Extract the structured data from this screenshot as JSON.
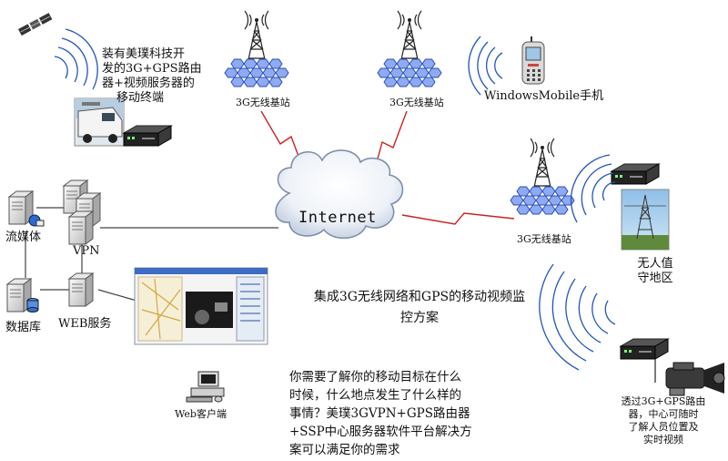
{
  "diagram": {
    "cloud_label": "Internet",
    "station_top_left": "3G无线基站",
    "station_top_mid": "3G无线基站",
    "station_right": "3G无线基站",
    "mobile_terminal_desc": "装有美璞科技开发的3G+GPS路由器+视频服务器的移动终端",
    "mobile_terminal_lines": [
      "装有美璞科技开",
      "发的3G+GPS路由",
      "器+视频服务器的",
      "移动终端"
    ],
    "phone_label": "WindowsMobile手机",
    "node_streaming": "流媒体",
    "node_vpn": "VPN",
    "node_database": "数据库",
    "node_web": "WEB服务",
    "node_web_client": "Web客户端",
    "unattended_lines": [
      "无人值",
      "守地区"
    ],
    "title_lines": [
      "集成3G无线网络和GPS的移动视频监",
      "控方案"
    ],
    "pitch_lines": [
      "你需要了解你的移动目标在什么",
      "时候，什么地点发生了什么样的",
      "事情？美璞3GVPN+GPS路由器",
      "+SSP中心服务器软件平台解决方",
      "案可以满足你的需求"
    ],
    "camera_lines": [
      "透过3G+GPS路由",
      "器，中心可随时",
      "了解人员位置及",
      "实时视频"
    ]
  },
  "colors": {
    "link_red": "#cc2222",
    "server_line": "#555555",
    "wave_blue": "#2255bb",
    "tower_blue": "#4a6fd8"
  }
}
